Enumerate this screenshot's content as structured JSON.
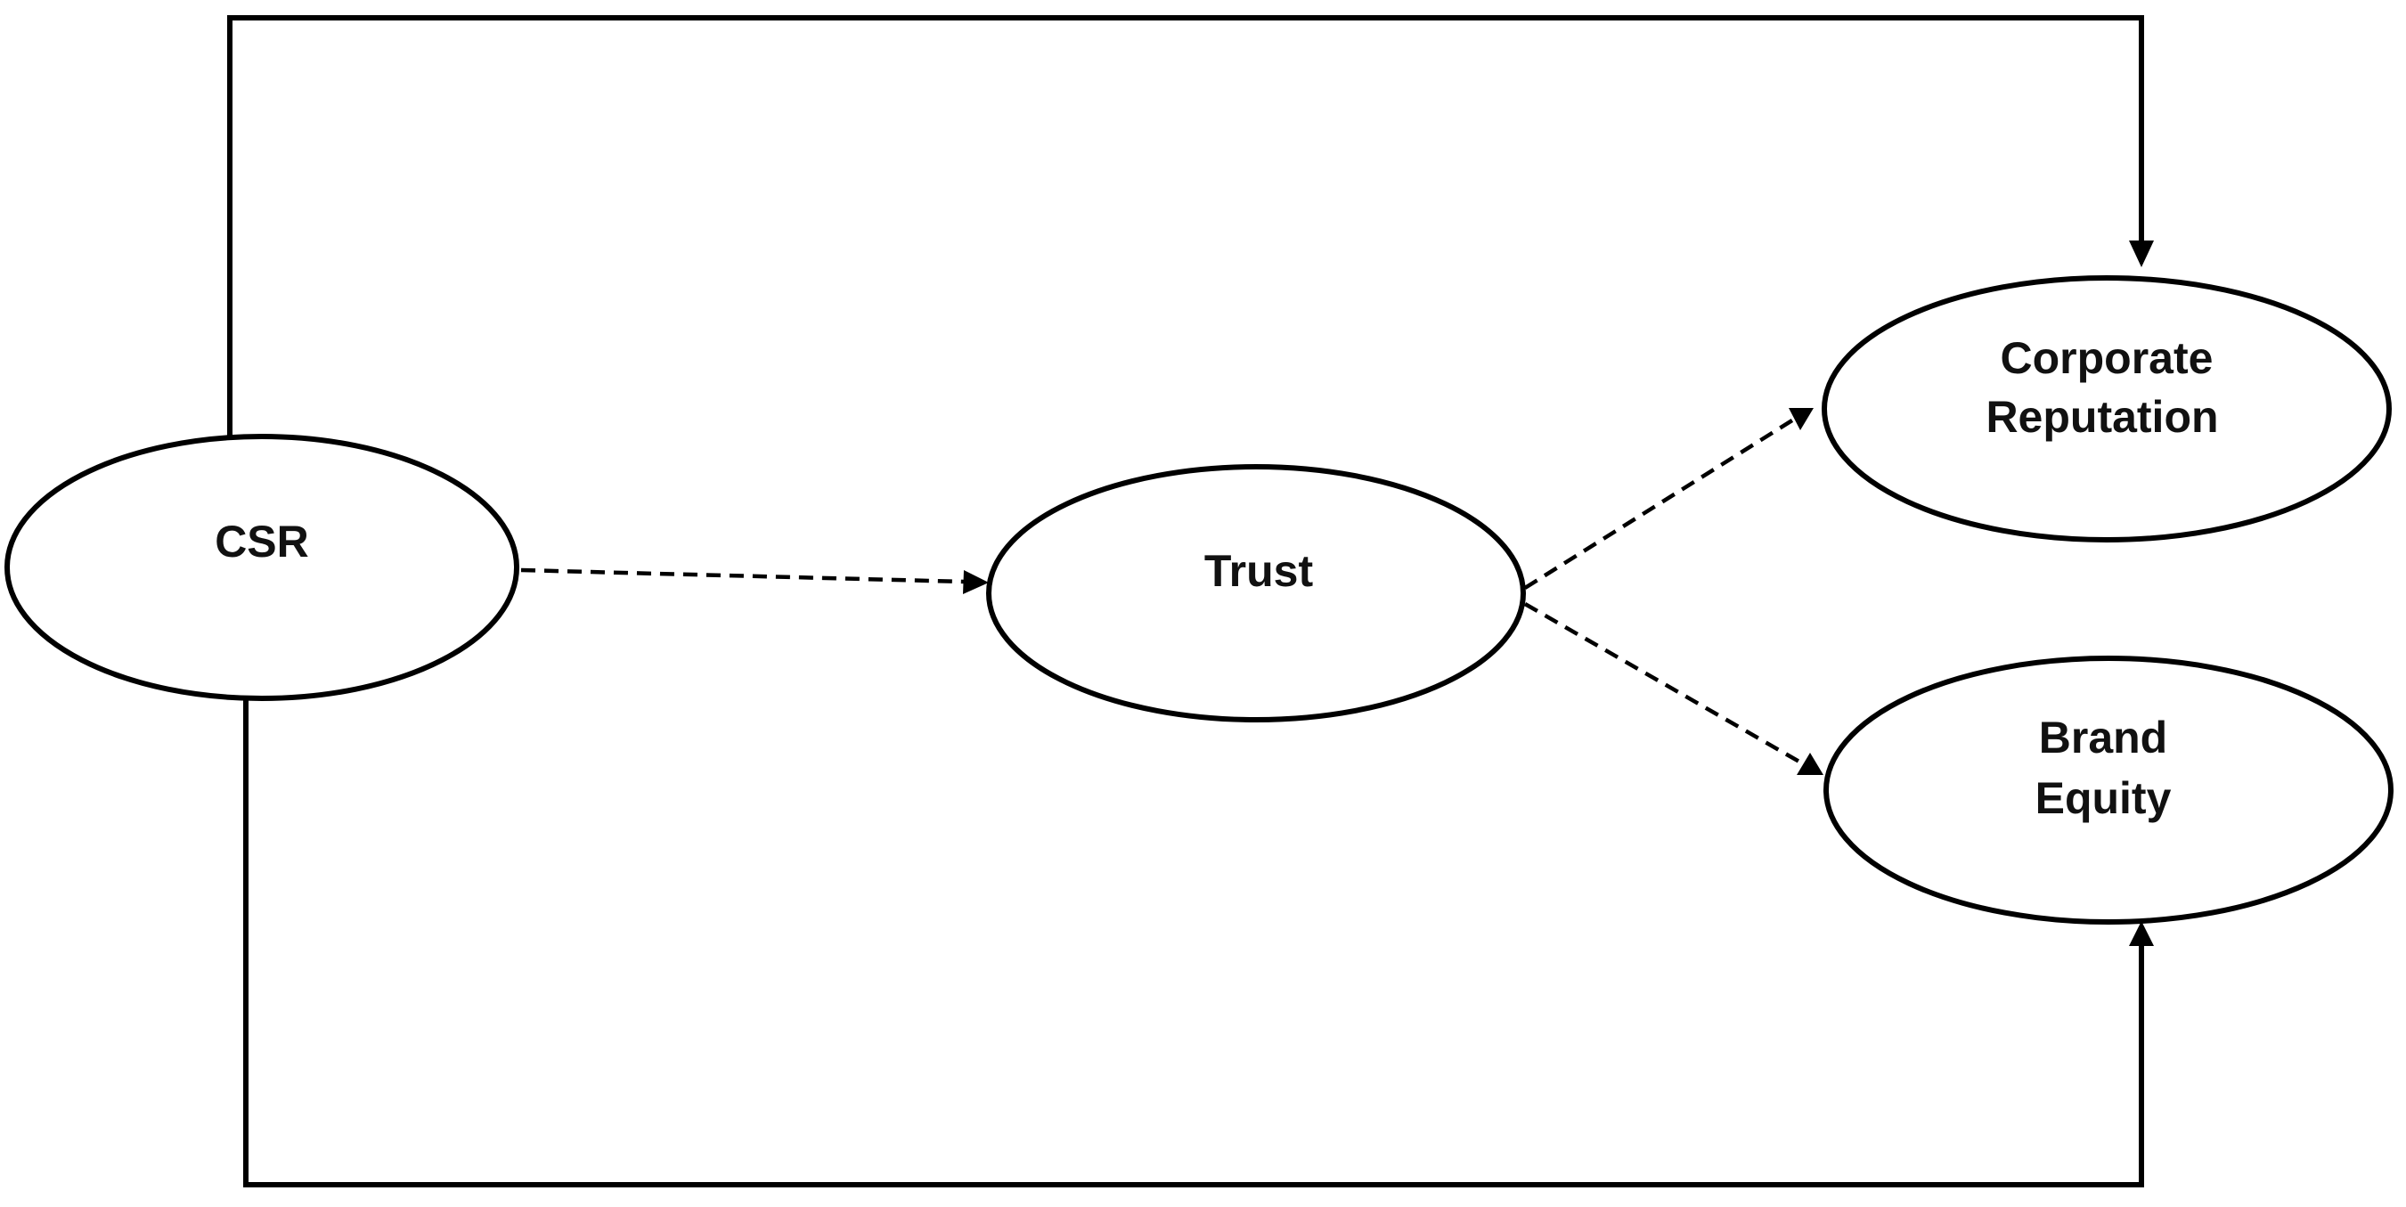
{
  "colors": {
    "stroke": "#000000",
    "fill": "#ffffff",
    "text": "#111111"
  },
  "nodes": {
    "csr": {
      "label": "CSR"
    },
    "trust": {
      "label": "Trust"
    },
    "corporate_reputation": {
      "line1": "Corporate",
      "line2": "Reputation"
    },
    "brand_equity": {
      "line1": "Brand",
      "line2": "Equity"
    }
  },
  "edges": [
    {
      "from": "CSR",
      "to": "Corporate Reputation",
      "style": "solid"
    },
    {
      "from": "CSR",
      "to": "Brand Equity",
      "style": "solid"
    },
    {
      "from": "CSR",
      "to": "Trust",
      "style": "dashed"
    },
    {
      "from": "Trust",
      "to": "Corporate Reputation",
      "style": "dashed"
    },
    {
      "from": "Trust",
      "to": "Brand Equity",
      "style": "dashed"
    }
  ]
}
